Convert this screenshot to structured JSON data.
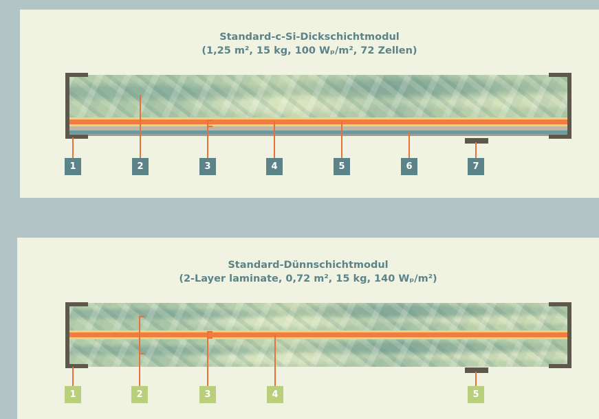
{
  "colors": {
    "background": "#b3c4c7",
    "panel": "#f0f3e2",
    "title": "#5b8388",
    "frame": "#5e574c",
    "leader": "#e8713a",
    "marker_top": "#5b8388",
    "marker_bottom": "#b9cf7c",
    "cell_orange": "#ef7d3f",
    "cell_yellow": "#f1d27c",
    "backsheet_blue": "#6d9aa0",
    "backsheet_grey": "#bfb6a4"
  },
  "top": {
    "title_line1": "Standard-c-Si-Dickschichtmodul",
    "title_line2": "(1,25 m², 15 kg, 100 Wₚ/m², 72 Zellen)",
    "markers": [
      "1",
      "2",
      "3",
      "4",
      "5",
      "6",
      "7"
    ]
  },
  "bottom": {
    "title_line1": "Standard-Dünnschichtmodul",
    "title_line2": "(2-Layer laminate, 0,72 m², 15 kg, 140 Wₚ/m²)",
    "markers": [
      "1",
      "2",
      "3",
      "4",
      "5"
    ]
  }
}
